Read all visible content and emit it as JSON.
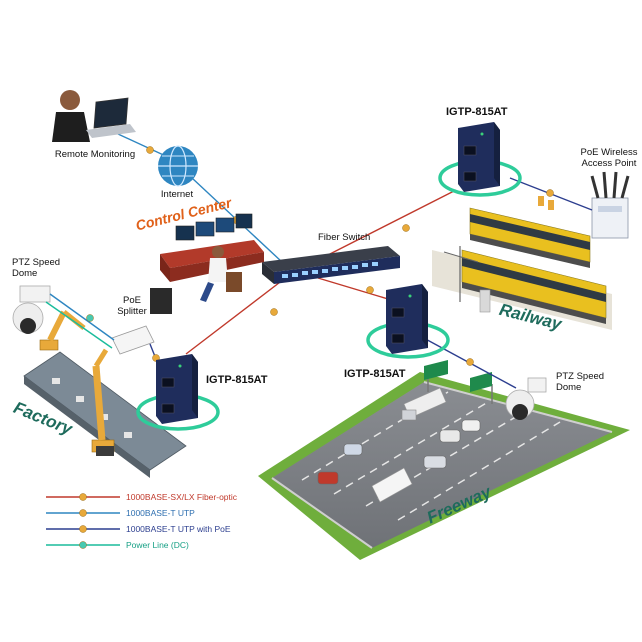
{
  "labels": {
    "remote_monitoring": "Remote Monitoring",
    "internet": "Internet",
    "control_center": "Control Center",
    "fiber_switch": "Fiber Switch",
    "igtp_top": "IGTP-815AT",
    "igtp_middle": "IGTP-815AT",
    "igtp_left": "IGTP-815AT",
    "poe_ap_line1": "PoE Wireless",
    "poe_ap_line2": "Access Point",
    "ptz_left_line1": "PTZ Speed",
    "ptz_left_line2": "Dome",
    "poe_splitter_line1": "PoE",
    "poe_splitter_line2": "Splitter",
    "ptz_right_line1": "PTZ Speed",
    "ptz_right_line2": "Dome",
    "scene_factory": "Factory",
    "scene_railway": "Railway",
    "scene_freeway": "Freeway"
  },
  "legend": [
    {
      "label": "1000BASE-SX/LX Fiber-optic",
      "color": "#c0392b",
      "dot": "#e8a93a",
      "text_color": "#c0392b"
    },
    {
      "label": "1000BASE-T UTP",
      "color": "#2e86c1",
      "dot": "#e8a93a",
      "text_color": "#2e6fb0"
    },
    {
      "label": "1000BASE-T UTP with PoE",
      "color": "#2c3e8f",
      "dot": "#e8a93a",
      "text_color": "#2c3e8f"
    },
    {
      "label": "Power Line (DC)",
      "color": "#1abc9c",
      "dot": "#48c9b0",
      "text_color": "#16a085"
    }
  ],
  "colors": {
    "fiber": "#c0392b",
    "utp": "#2e86c1",
    "poe": "#2c3e8f",
    "dc": "#1abc9c",
    "ring": "#2ecc9a",
    "device": "#1f2d5c",
    "control_center_text": "#e0611a",
    "scene_text": "#1e6b5c"
  }
}
